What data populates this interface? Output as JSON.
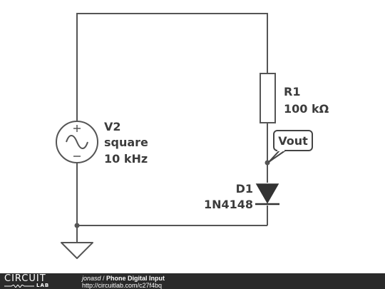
{
  "circuit": {
    "source": {
      "name": "V2",
      "type": "square",
      "frequency": "10 kHz"
    },
    "resistor": {
      "name": "R1",
      "value": "100 kΩ"
    },
    "diode": {
      "name": "D1",
      "part": "1N4148"
    },
    "probe": {
      "label": "Vout"
    }
  },
  "footer": {
    "brand_top": "CIRCUIT",
    "brand_bottom": "LAB",
    "author": "jonasd",
    "separator": " / ",
    "title": "Phone Digital Input",
    "url": "http://circuitlab.com/c27f4bq"
  },
  "colors": {
    "wire": "#555555",
    "label": "#3c3c3c",
    "footer_bg": "#2a2a2a"
  }
}
